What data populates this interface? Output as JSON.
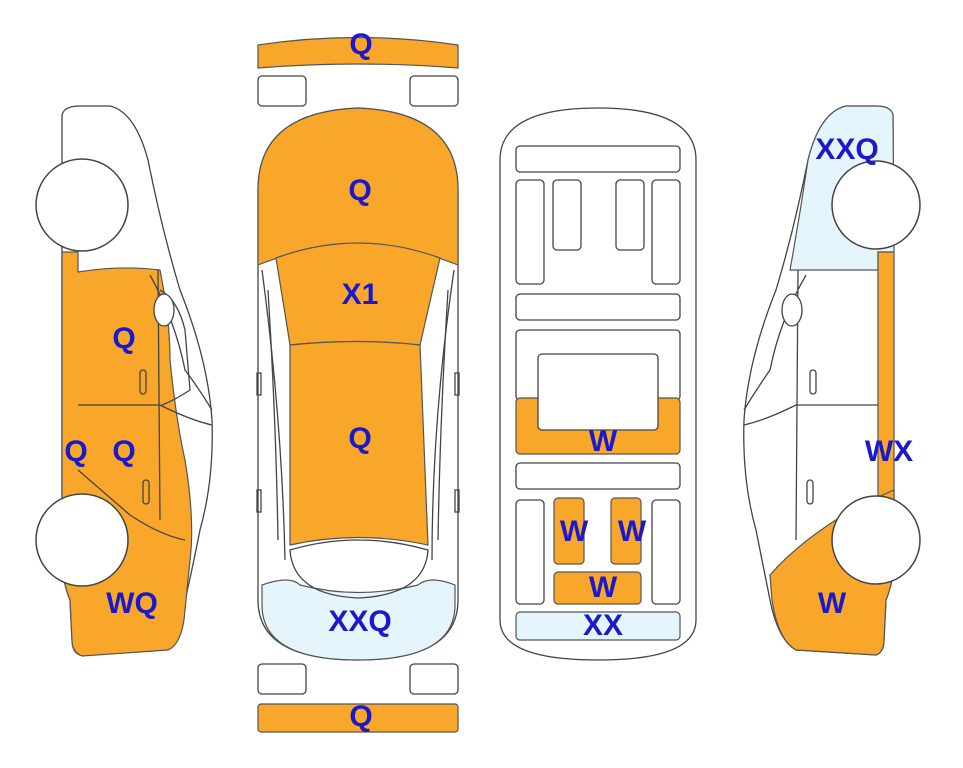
{
  "colors": {
    "damaged_panel": "#f9a72b",
    "glass_panel": "#e4f5fb",
    "code_text": "#1a1acc",
    "outline": "#444444"
  },
  "views": [
    "left-side-view",
    "top-view",
    "underbody-view",
    "right-side-view"
  ],
  "codes": {
    "front_bumper": "Q",
    "hood": "Q",
    "windshield": "X1",
    "roof": "Q",
    "rear_window": "XXQ",
    "rear_bumper": "Q",
    "left_front_door": "Q",
    "left_sill": "Q",
    "left_rear_door": "Q",
    "left_rear_quarter": "WQ",
    "right_front_glass": "XXQ",
    "right_pillar": "WX",
    "right_rear_quarter": "W",
    "floor_center": "W",
    "floor_rear_left": "W",
    "floor_rear_right": "W",
    "floor_trunk": "W",
    "rear_panel": "XX"
  }
}
